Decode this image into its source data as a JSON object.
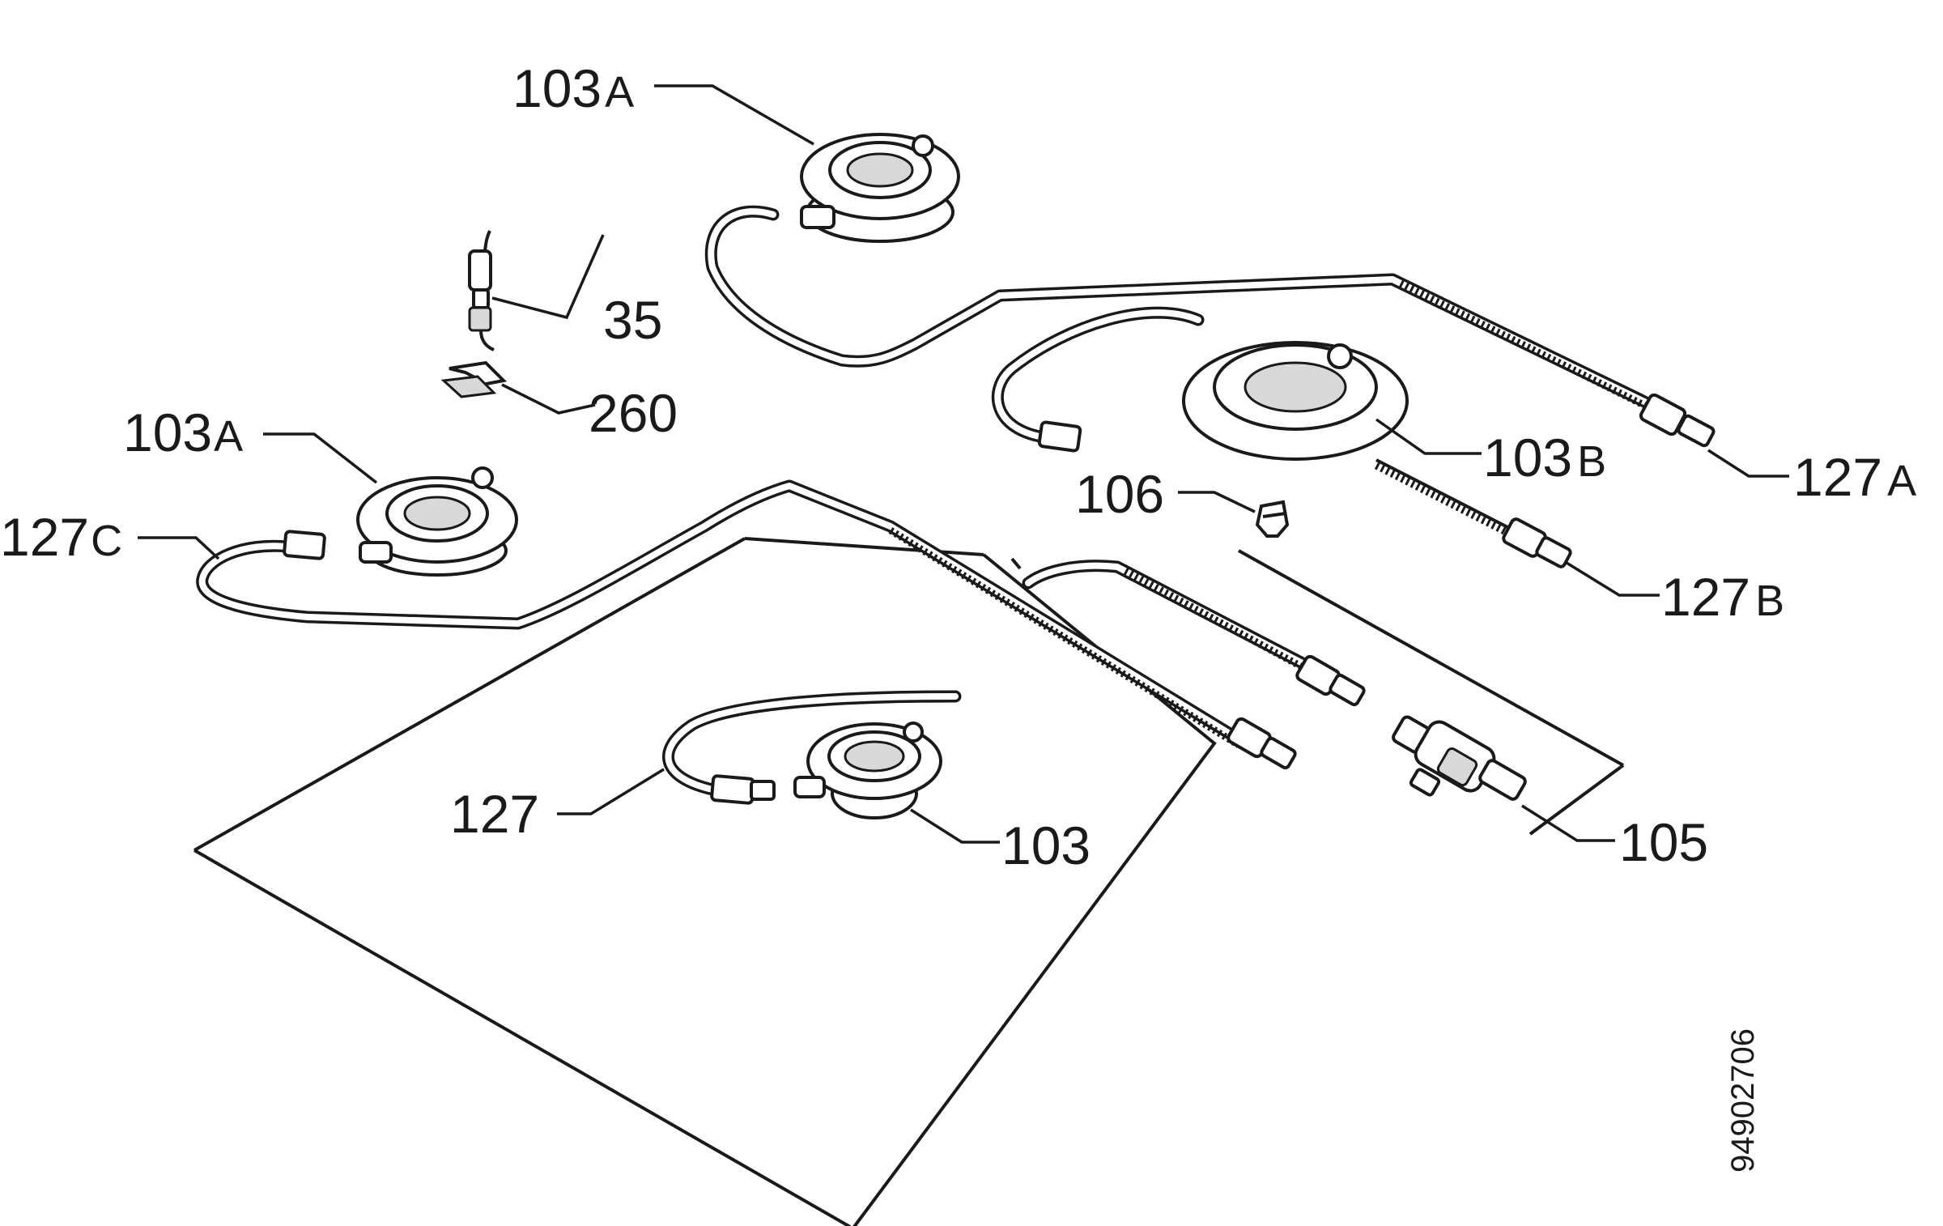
{
  "labels": {
    "burner_top": {
      "num": "103",
      "suffix": "A"
    },
    "burner_left": {
      "num": "103",
      "suffix": "A"
    },
    "burner_right": {
      "num": "103",
      "suffix": "B"
    },
    "burner_front": {
      "num": "103",
      "suffix": ""
    },
    "electrode": {
      "num": "35",
      "suffix": ""
    },
    "clip": {
      "num": "260",
      "suffix": ""
    },
    "injector": {
      "num": "106",
      "suffix": ""
    },
    "valve": {
      "num": "105",
      "suffix": ""
    },
    "pipe_a": {
      "num": "127",
      "suffix": "A"
    },
    "pipe_b": {
      "num": "127",
      "suffix": "B"
    },
    "pipe_c": {
      "num": "127",
      "suffix": "C"
    },
    "pipe_front": {
      "num": "127",
      "suffix": ""
    }
  },
  "drawing_code": "94902706",
  "colors": {
    "ink": "#1a1a1a",
    "background": "#ffffff"
  }
}
